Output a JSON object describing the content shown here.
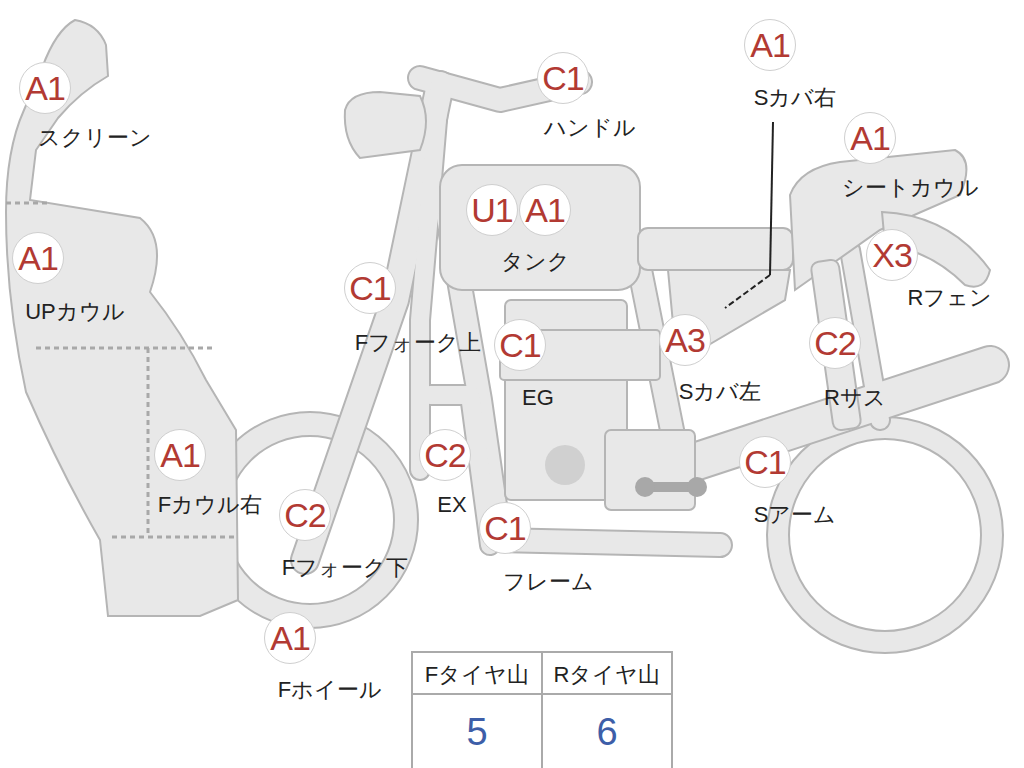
{
  "diagram": {
    "nodes": [
      {
        "text": [
          "A1"
        ]
      },
      {
        "text": [
          "A1"
        ]
      },
      {
        "text": [
          "A1"
        ]
      },
      {
        "text": [
          "A1"
        ]
      },
      {
        "text": [
          "C2"
        ]
      },
      {
        "text": [
          "C1"
        ]
      },
      {
        "text": [
          "C1"
        ]
      },
      {
        "text": [
          "U1"
        ]
      },
      {
        "text": [
          "A1"
        ]
      },
      {
        "text": [
          "C1"
        ]
      },
      {
        "text": [
          "C2"
        ]
      },
      {
        "text": [
          "C1"
        ]
      },
      {
        "text": [
          "A3"
        ]
      },
      {
        "text": [
          "A1"
        ]
      },
      {
        "text": [
          "A1"
        ]
      },
      {
        "text": [
          "X3"
        ]
      },
      {
        "text": [
          "C2"
        ]
      },
      {
        "text": [
          "C1"
        ]
      }
    ],
    "labels": [
      "スクリーン",
      "UPカウル",
      "Fカウル右",
      "Fホイール",
      "Fフォーク下",
      "Fフォーク上",
      "ハンドル",
      "タンク",
      "EG",
      "EX",
      "フレーム",
      "Sカバ左",
      "Sカバ右",
      "シートカウル",
      "Rフェン",
      "Rサス",
      "Sアーム",
      "Fタイヤ山",
      "Rタイヤ山",
      "5",
      "6"
    ]
  }
}
